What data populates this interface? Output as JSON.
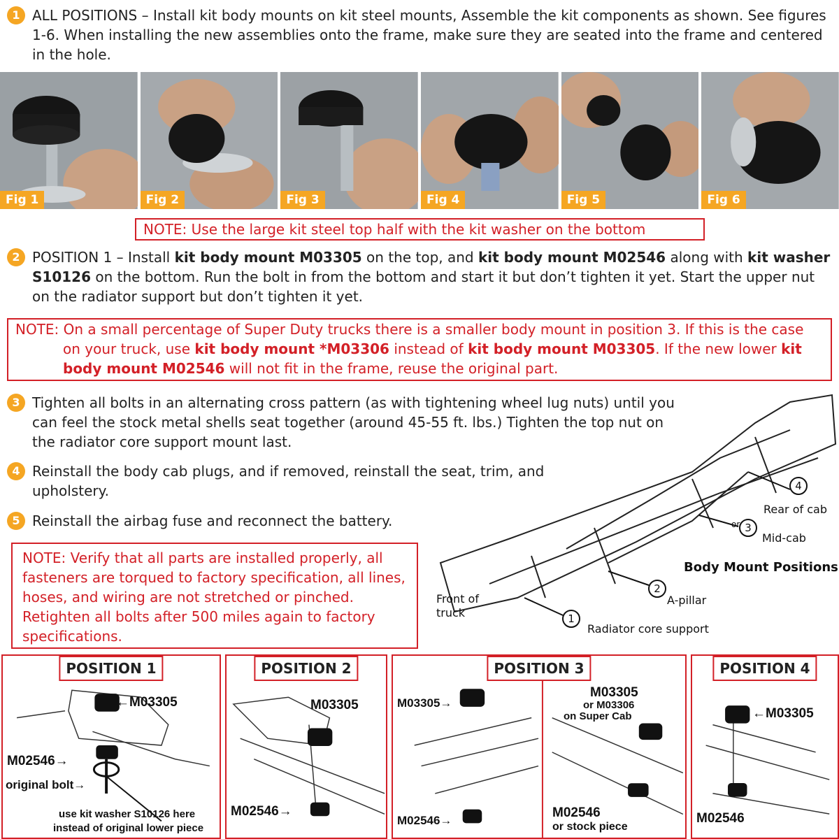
{
  "steps": [
    {
      "num": "1",
      "parts": [
        "ALL POSITIONS – Install kit body mounts on kit steel mounts, Assemble the kit components as shown. See figures 1-6. When installing the new assemblies onto the frame, make sure they are seated into the frame and centered in the hole."
      ]
    },
    {
      "num": "2",
      "parts": [
        "POSITION 1 – Install ",
        "kit body mount M03305",
        " on the top, and ",
        "kit body mount M02546",
        " along with ",
        "kit washer S10126",
        " on the bottom. Run the bolt in from the bottom and start it but don’t tighten it yet. Start the upper nut on the radiator support but don’t tighten it yet."
      ]
    },
    {
      "num": "3",
      "parts": [
        "Tighten all bolts in an alternating cross pattern (as with tightening wheel lug nuts) until you can feel the stock metal shells seat together (around 45-55 ft. lbs.) Tighten the top nut on the radiator core support mount last."
      ]
    },
    {
      "num": "4",
      "parts": [
        "Reinstall the body cab plugs, and if removed, reinstall the seat, trim, and upholstery."
      ]
    },
    {
      "num": "5",
      "parts": [
        "Reinstall the airbag fuse and reconnect the battery."
      ]
    }
  ],
  "figures": [
    "Fig 1",
    "Fig 2",
    "Fig 3",
    "Fig 4",
    "Fig 5",
    "Fig 6"
  ],
  "notes": {
    "note1": "NOTE: Use the large kit steel top half with the kit washer on the bottom",
    "note2": {
      "parts": [
        "NOTE: On a small percentage of Super Duty trucks there is a smaller body mount in position 3. If this is the case on your truck, use ",
        "kit body mount *M03306",
        " instead of ",
        "kit body mount M03305",
        ". If the new lower ",
        "kit body mount M02546",
        " will not fit in the frame, reuse the original part."
      ]
    },
    "note3": "NOTE: Verify that all parts are installed properly, all fasteners are torqued to factory specification, all lines, hoses, and wiring are not stretched or pinched. Retighten all bolts after 500 miles again to factory specifications."
  },
  "frame_diagram": {
    "title": "Body Mount Positions",
    "callouts": [
      {
        "num": "1",
        "label": "Radiator core support"
      },
      {
        "num": "2",
        "label": "A-pillar"
      },
      {
        "num": "3",
        "label": "Mid-cab",
        "prefix": "or"
      },
      {
        "num": "4",
        "label": "Rear of cab"
      }
    ],
    "front_label": "Front of truck"
  },
  "positions": [
    {
      "title": "POSITION 1",
      "parts": [
        "←M03305",
        "M02546→",
        "original bolt→",
        "use kit washer S10126 here",
        "instead of original lower piece"
      ]
    },
    {
      "title": "POSITION 2",
      "parts": [
        "M03305",
        "M02546→"
      ]
    },
    {
      "title": "POSITION 3",
      "parts": [
        "M03305→",
        "M02546→",
        "M03305",
        "or M03306",
        "on Super Cab",
        "M02546",
        "or stock piece"
      ]
    },
    {
      "title": "POSITION 4",
      "parts": [
        "←M03305",
        "M02546"
      ]
    }
  ],
  "colors": {
    "accent": "#f5a623",
    "note_red": "#d32027"
  }
}
